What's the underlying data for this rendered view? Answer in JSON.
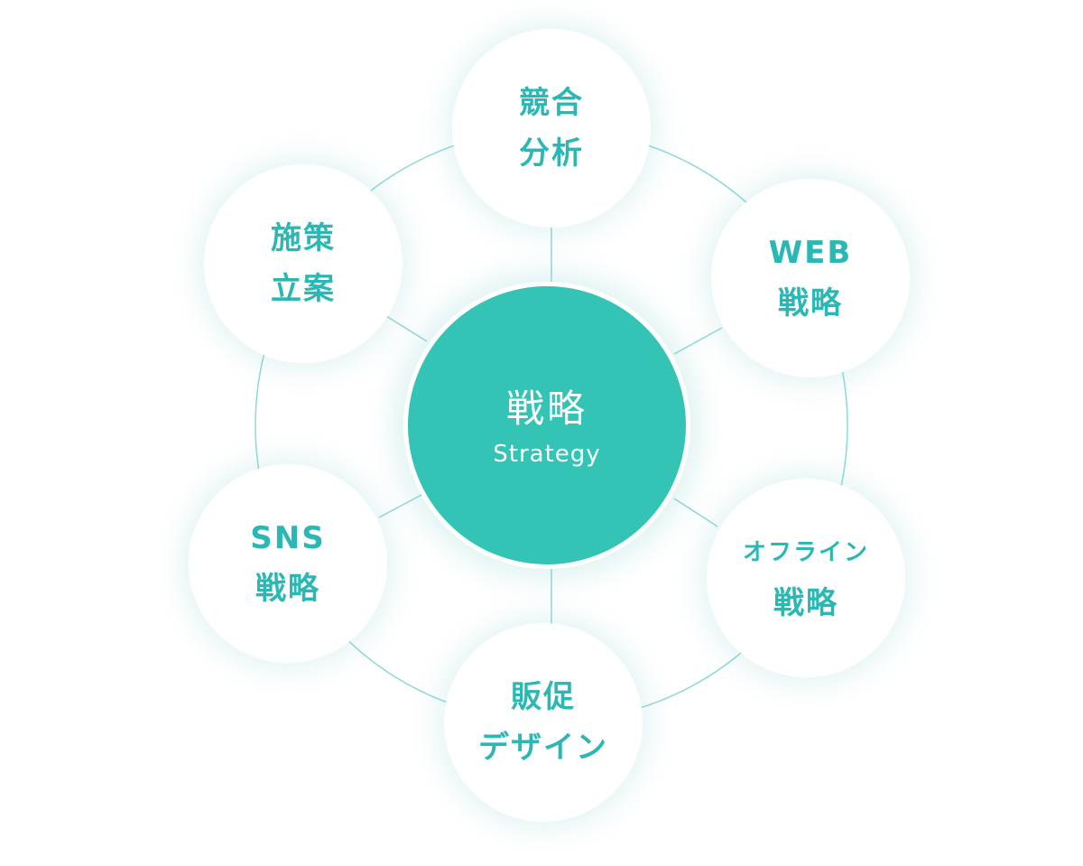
{
  "colors": {
    "accent": "#2bb8b4",
    "center_fill": "#33c4b6",
    "connector": "#8fd9d5"
  },
  "center": {
    "title": "戦略",
    "subtitle": "Strategy"
  },
  "nodes": [
    {
      "id": "competitive-analysis",
      "line1": "競合",
      "line2": "分析"
    },
    {
      "id": "web-strategy",
      "line1": "WEB",
      "line2": "戦略"
    },
    {
      "id": "offline-strategy",
      "line1": "オフライン",
      "line2": "戦略"
    },
    {
      "id": "promotion-design",
      "line1": "販促",
      "line2": "デザイン"
    },
    {
      "id": "sns-strategy",
      "line1": "SNS",
      "line2": "戦略"
    },
    {
      "id": "planning",
      "line1": "施策",
      "line2": "立案"
    }
  ]
}
